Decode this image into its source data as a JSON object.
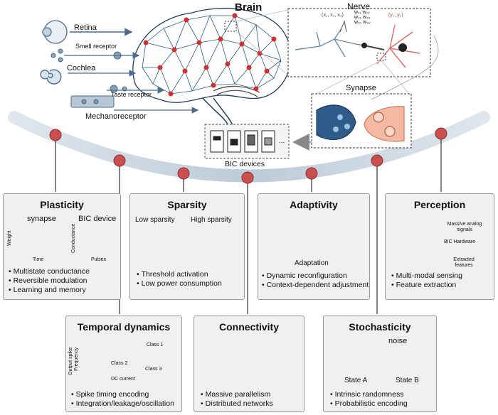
{
  "top": {
    "brain": "Brain",
    "nerve": "Nerve",
    "synapse": "Synapse",
    "bic_devices": "BIC devices",
    "senses": [
      "Retina",
      "Smell receptor",
      "Cochlea",
      "Taste receptor",
      "Mechanoreceptor"
    ],
    "nerve_eq_left": "(x₁, x₂, x₃)",
    "nerve_eq_matrix": [
      "w₁₁",
      "w₁₂",
      "w₂₁",
      "w₂₂",
      "w₃₁",
      "w₃₂"
    ],
    "nerve_eq_right": "(y₁, y₂)",
    "ellipsis": "..."
  },
  "panels": {
    "plasticity": {
      "title": "Plasticity",
      "synapse": "synapse",
      "bic_device": "BIC device",
      "weight": "Weight",
      "time": "Time",
      "conductance": "Conductance",
      "pulses": "Pulses",
      "bullets": [
        "Multistate conductance",
        "Reversible modulation",
        "Learning and memory"
      ]
    },
    "sparsity": {
      "title": "Sparsity",
      "low": "Low sparsity",
      "high": "High sparsity",
      "bullets": [
        "Threshold activation",
        "Low power consumption"
      ]
    },
    "adaptivity": {
      "title": "Adaptivity",
      "arrow": "Adaptation",
      "bullets": [
        "Dynamic reconfiguration",
        "Context-dependent adjustment"
      ]
    },
    "perception": {
      "title": "Perception",
      "massive": "Massive analog signals",
      "hardware": "BIC Hardware",
      "extracted": "Extracted features",
      "bullets": [
        "Multi-modal sensing",
        "Feature extraction"
      ]
    },
    "temporal": {
      "title": "Temporal dynamics",
      "ylabel1": "Output spike",
      "ylabel2": "Frequency",
      "xlabel": "DC current",
      "class1": "Class 1",
      "class2": "Class 2",
      "class3": "Class 3",
      "bullets": [
        "Spike timing encoding",
        "Integration/leakage/oscillation"
      ]
    },
    "connectivity": {
      "title": "Connectivity",
      "bullets": [
        "Massive parallelism",
        "Distributed networks"
      ]
    },
    "stochasticity": {
      "title": "Stochasticity",
      "noise": "noise",
      "state_a": "State A",
      "state_b": "State B",
      "bullets": [
        "Intrinsic randomness",
        "Probabilistic encoding"
      ]
    }
  },
  "colors": {
    "node": "#c9504f",
    "arc": "#c8d3de",
    "panel_bg": "#f0f0f0",
    "brain_line": "#1f3c5e",
    "spike_blue": "#3a4fa8",
    "neuron_red": "#e06a6a"
  }
}
